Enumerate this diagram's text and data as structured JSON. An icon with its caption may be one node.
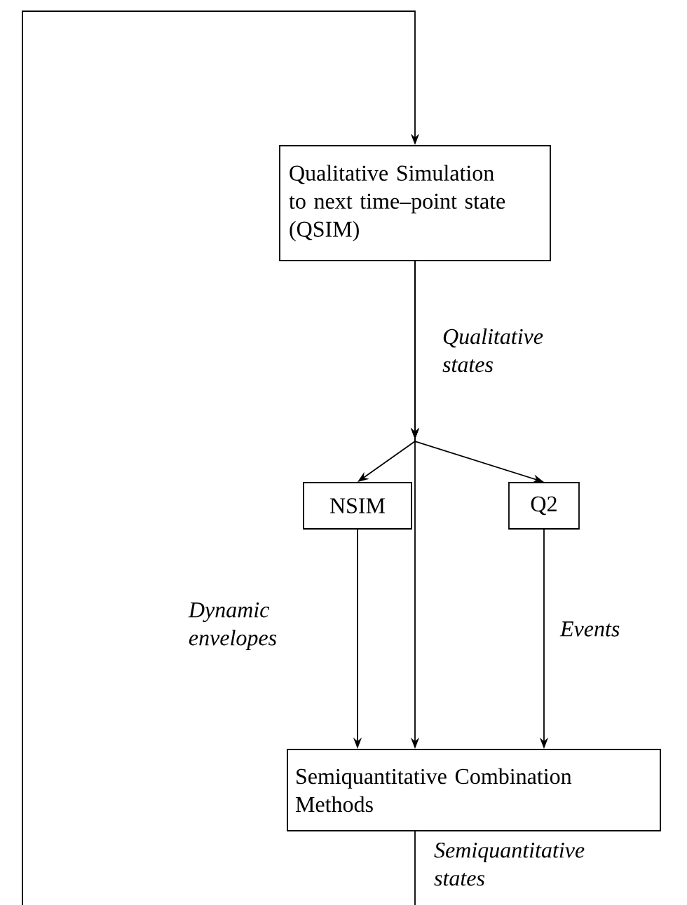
{
  "diagram": {
    "nodes": [
      {
        "text": [
          "Qualitative Simulation to next time–point state (QSIM)"
        ]
      },
      {
        "text": [
          "NSIM"
        ]
      },
      {
        "text": [
          "Q2"
        ]
      },
      {
        "text": [
          "Semiquantitative Combination Methods"
        ]
      }
    ],
    "edges": [
      {
        "from": null,
        "to": 0,
        "arrow": "to"
      },
      {
        "from": 0,
        "to": 1,
        "arrow": "to",
        "label": "Qualitative states"
      },
      {
        "from": 0,
        "to": 3,
        "arrow": "to"
      },
      {
        "from": 0,
        "to": 2,
        "arrow": "to"
      },
      {
        "from": 1,
        "to": 3,
        "arrow": "to",
        "label": "Dynamic envelopes"
      },
      {
        "from": 2,
        "to": 3,
        "arrow": "to",
        "label": "Events"
      },
      {
        "from": 3,
        "to": null,
        "arrow": "none",
        "label": "Semiquantitative states"
      }
    ]
  }
}
